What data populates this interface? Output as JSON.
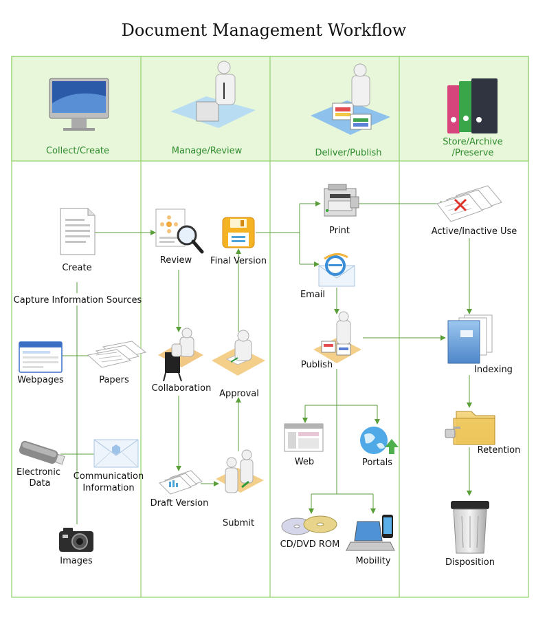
{
  "title": "Document Management Workflow",
  "lanes": [
    {
      "id": "collect",
      "header": "Collect/Create"
    },
    {
      "id": "manage",
      "header": "Manage/Review"
    },
    {
      "id": "deliver",
      "header": "Deliver/Publish"
    },
    {
      "id": "store",
      "header": "Store/Archive /Preserve",
      "header_lines": [
        "Store/Archive",
        "/Preserve"
      ]
    }
  ],
  "nodes": {
    "create": "Create",
    "capture_sources": "Capture Information Sources",
    "webpages": "Webpages",
    "papers": "Papers",
    "electronic_data": [
      "Electronic",
      "Data"
    ],
    "communication_information": [
      "Communication",
      "Information"
    ],
    "images": "Images",
    "review": "Review",
    "final_version": "Final Version",
    "collaboration": "Collaboration",
    "approval": "Approval",
    "draft_version": "Draft Version",
    "submit": "Submit",
    "print": "Print",
    "email": "Email",
    "publish": "Publish",
    "web": "Web",
    "portals": "Portals",
    "cd_dvd_rom": "CD/DVD ROM",
    "mobility": "Mobility",
    "active_inactive_use": "Active/Inactive Use",
    "indexing": "Indexing",
    "retention": "Retention",
    "disposition": "Disposition"
  },
  "colors": {
    "header_bg": "#e8f7da",
    "lane_border": "#8fd06a",
    "header_text": "#2e8b2e",
    "connector": "#5a9e3a"
  }
}
